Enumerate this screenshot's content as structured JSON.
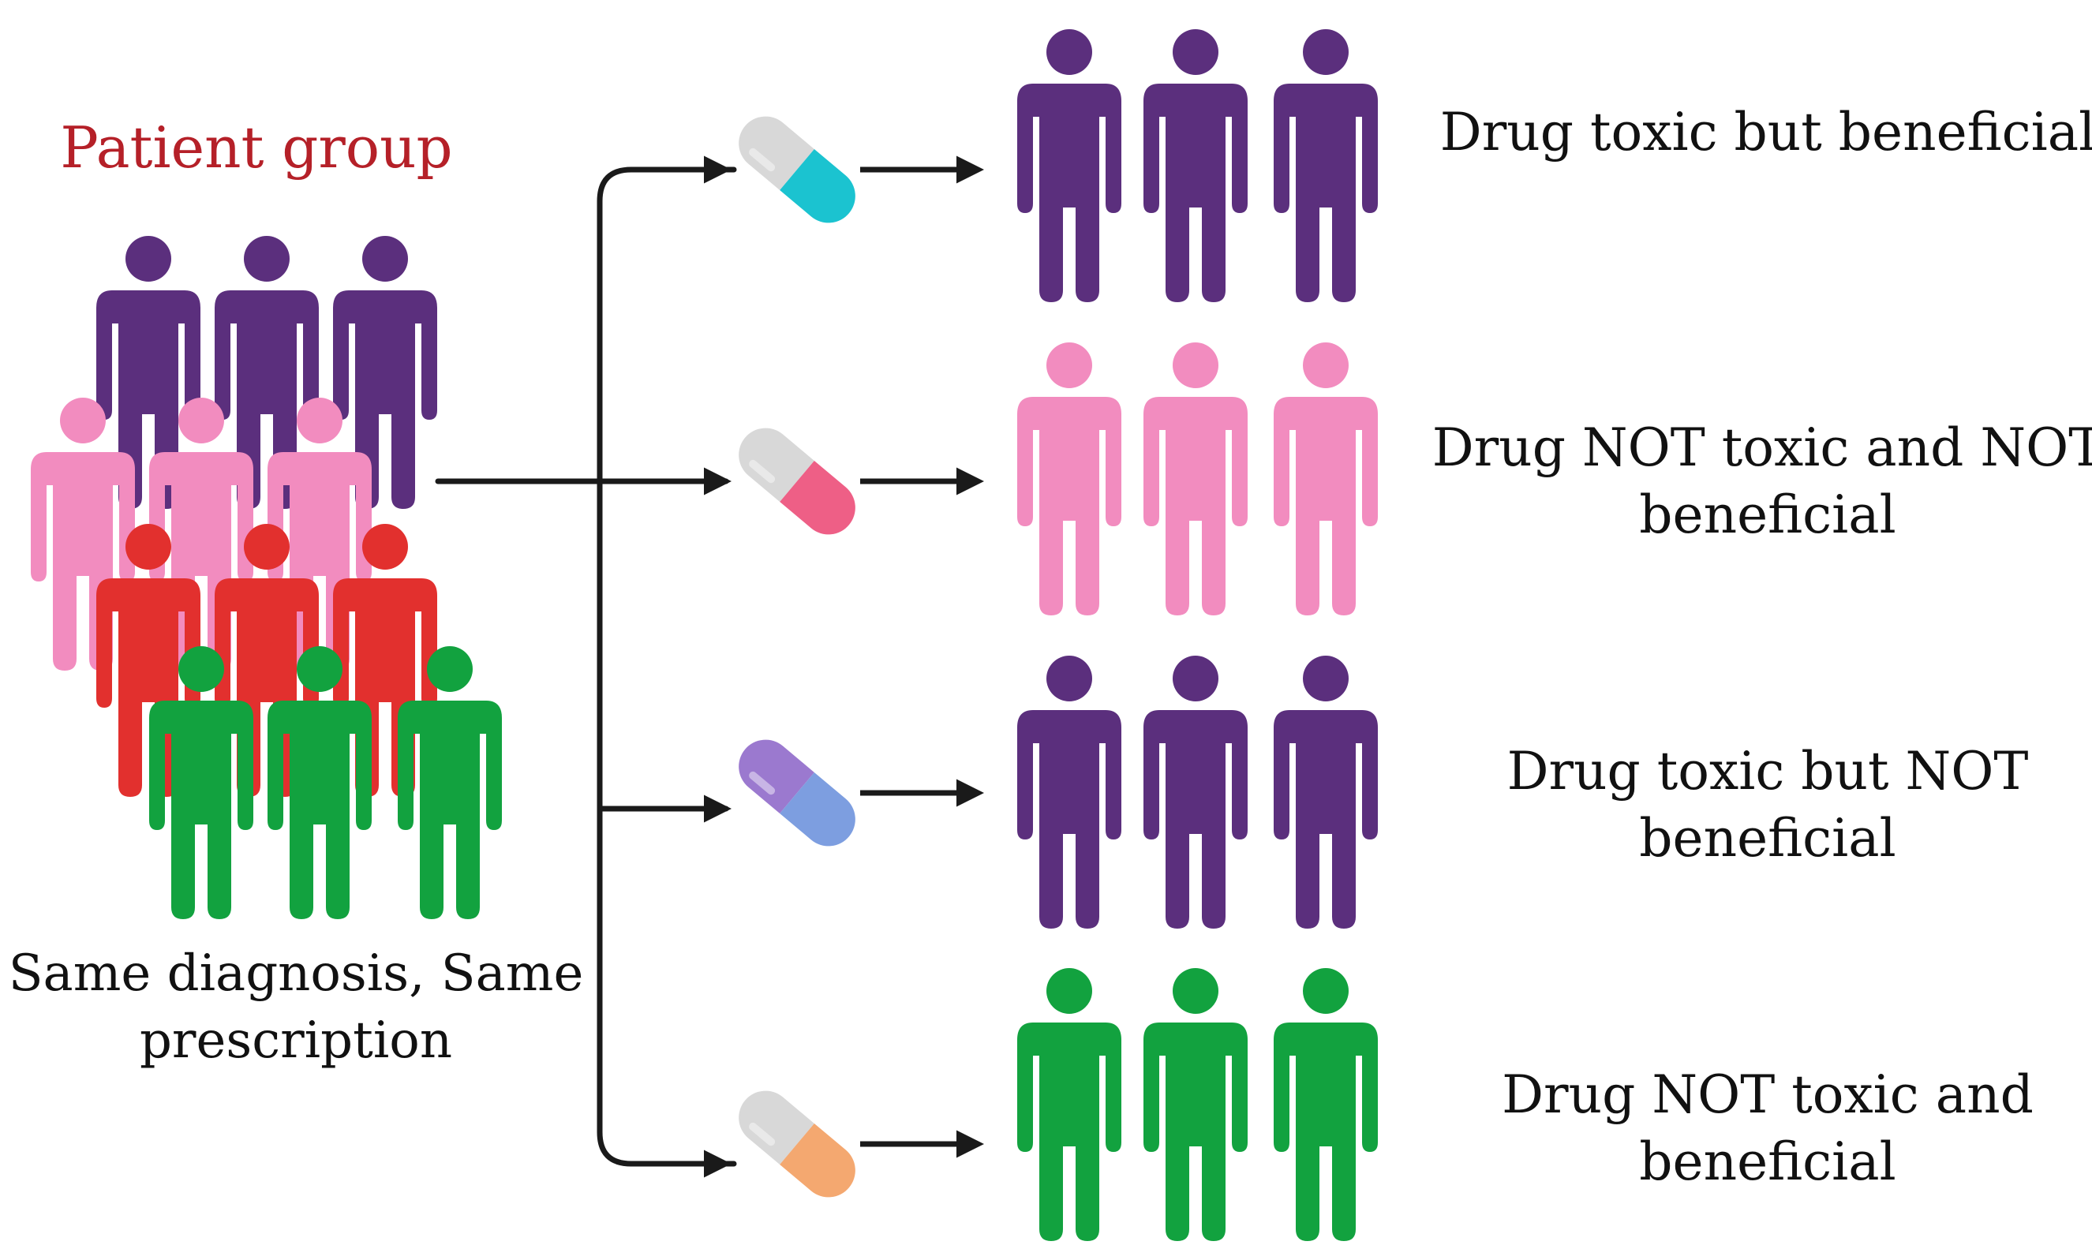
{
  "colors": {
    "purple": "#5b2f7d",
    "pink": "#f28cbf",
    "red": "#e2302e",
    "green": "#12a23f",
    "title_red": "#b52028",
    "arrow": "#1a1a1a"
  },
  "patient_group": {
    "title": "Patient group",
    "caption_line1": "Same diagnosis, Same",
    "caption_line2": "prescription",
    "icon": "person-icon"
  },
  "outcomes": [
    {
      "pill_icon": "capsule-icon",
      "pill_color": "#1bc3d0",
      "person_color": "#5b2f7d",
      "label_line1": "Drug toxic but beneficial",
      "label_line2": ""
    },
    {
      "pill_icon": "capsule-icon",
      "pill_color": "#ee5f86",
      "person_color": "#f28cbf",
      "label_line1": "Drug NOT toxic and NOT",
      "label_line2": "beneficial"
    },
    {
      "pill_icon": "capsule-icon",
      "pill_color": "#7d9ee0",
      "pill_top_color": "#9b79cf",
      "person_color": "#5b2f7d",
      "label_line1": "Drug toxic but NOT",
      "label_line2": "beneficial"
    },
    {
      "pill_icon": "capsule-icon",
      "pill_color": "#f4a870",
      "person_color": "#12a23f",
      "label_line1": "Drug NOT toxic and",
      "label_line2": "beneficial"
    }
  ]
}
